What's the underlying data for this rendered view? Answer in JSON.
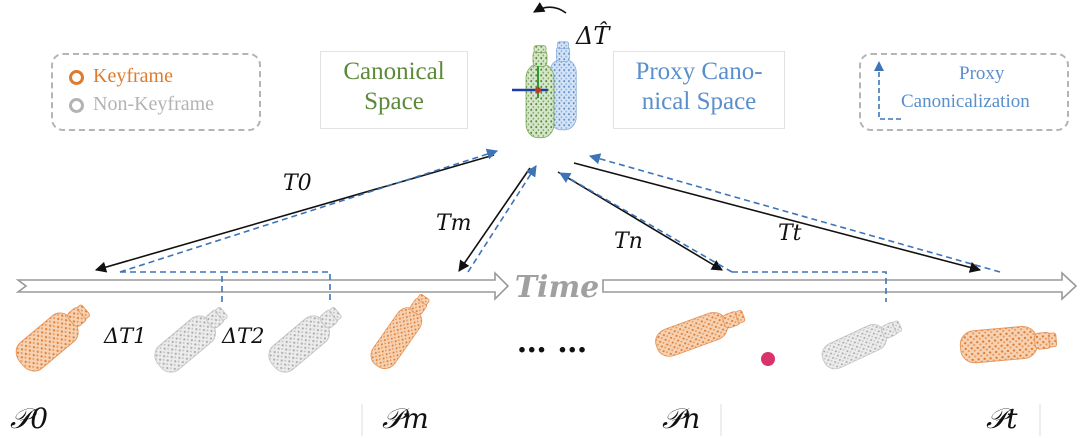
{
  "legend": {
    "keyframe": "Keyframe",
    "non_keyframe": "Non-Keyframe",
    "keyframe_color": "#e07b2c",
    "non_keyframe_color": "#b3b3b3"
  },
  "spaces": {
    "canonical_line1": "Canonical",
    "canonical_line2": "Space",
    "canonical_color": "#5c8a3a",
    "proxy_line1": "Proxy Cano-",
    "proxy_line2": "nical Space",
    "proxy_color": "#5b8fcb"
  },
  "proxy_legend": {
    "line1": "Proxy",
    "line2": "Canonicalization"
  },
  "delta_T_hat": "ΔT̂",
  "timeline_label": "Time",
  "transforms": {
    "t0": "T0",
    "tm": "Tm",
    "tn": "Tn",
    "tt": "Tt",
    "dT1": "ΔT1",
    "dT2": "ΔT2"
  },
  "ellipsis": "… …",
  "frames": {
    "p0": "𝒫0",
    "pm": "𝒫m",
    "pn": "𝒫n",
    "pt": "𝒫t"
  },
  "colors": {
    "orange": "#e07b2c",
    "gray": "#b3b3b3",
    "green": "#5c8a3a",
    "blue": "#5b8fcb",
    "dashed_blue": "#3d74b8",
    "pink": "#d9336b"
  }
}
